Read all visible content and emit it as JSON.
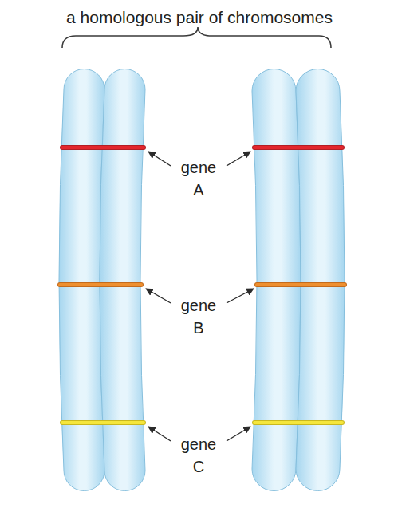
{
  "diagram": {
    "labels": [
      "a homologous pair of chromosomes",
      "gene A",
      "gene B",
      "gene C"
    ]
  }
}
